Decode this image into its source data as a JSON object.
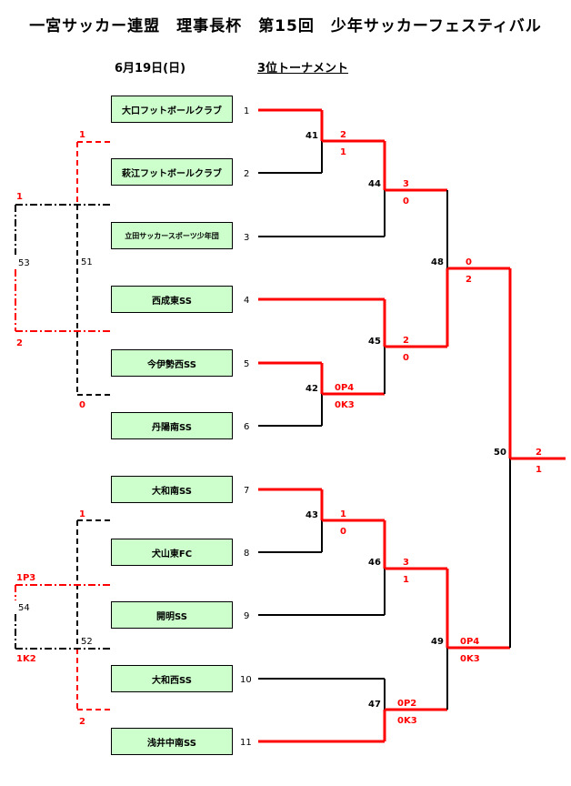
{
  "header": {
    "title": "一宮サッカー連盟　理事長杯　第15回　少年サッカーフェスティバル",
    "date": "6月19日(日)",
    "subtitle": "3位トーナメント"
  },
  "colors": {
    "winner": "#ff0000",
    "normal": "#000000",
    "team_bg": "#ccffcc"
  },
  "teams": [
    {
      "seed": "1",
      "name": "大口フットボールクラブ"
    },
    {
      "seed": "2",
      "name": "萩江フットボールクラブ"
    },
    {
      "seed": "3",
      "name": "立田サッカースポーツ少年団"
    },
    {
      "seed": "4",
      "name": "西成東SS"
    },
    {
      "seed": "5",
      "name": "今伊勢西SS"
    },
    {
      "seed": "6",
      "name": "丹陽南SS"
    },
    {
      "seed": "7",
      "name": "大和南SS"
    },
    {
      "seed": "8",
      "name": "犬山東FC"
    },
    {
      "seed": "9",
      "name": "開明SS"
    },
    {
      "seed": "10",
      "name": "大和西SS"
    },
    {
      "seed": "11",
      "name": "浅井中南SS"
    }
  ],
  "matches": [
    {
      "id": "41",
      "score_top": "2",
      "score_bottom": "1"
    },
    {
      "id": "42",
      "score_top": "0P4",
      "score_bottom": "0K3"
    },
    {
      "id": "43",
      "score_top": "1",
      "score_bottom": "0"
    },
    {
      "id": "44",
      "score_top": "3",
      "score_bottom": "0"
    },
    {
      "id": "45",
      "score_top": "2",
      "score_bottom": "0"
    },
    {
      "id": "46",
      "score_top": "3",
      "score_bottom": "1"
    },
    {
      "id": "47",
      "score_top": "0P2",
      "score_bottom": "0K3"
    },
    {
      "id": "48",
      "score_top": "0",
      "score_bottom": "2"
    },
    {
      "id": "49",
      "score_top": "0P4",
      "score_bottom": "0K3"
    },
    {
      "id": "50",
      "score_top": "2",
      "score_bottom": "1"
    },
    {
      "id": "51",
      "score_top": "1",
      "score_bottom": "0"
    },
    {
      "id": "52",
      "score_top": "1",
      "score_bottom": "2"
    },
    {
      "id": "53",
      "score_top": "1",
      "score_bottom": "2"
    },
    {
      "id": "54",
      "score_top": "1P3",
      "score_bottom": "1K2"
    }
  ]
}
